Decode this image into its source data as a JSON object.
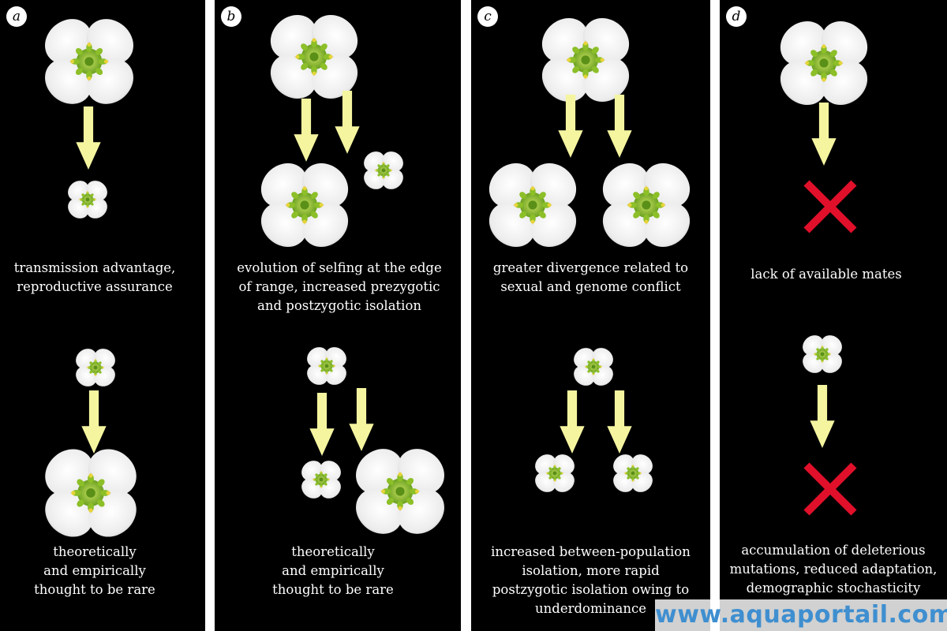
{
  "colors": {
    "panel_background": "#000000",
    "arrow_fill": "#f5f5a0",
    "cross": "#e0102a",
    "petal": "#f4f4f4",
    "flower_center": "#9ccc30",
    "watermark": "#3f8fd0"
  },
  "icons": {
    "flower": "white-four-petal-flower-icon",
    "arrow": "yellow-arrow-icon",
    "extinction": "red-cross-icon"
  },
  "panels": {
    "a": {
      "label": "a",
      "top_caption": [
        "transmission advantage,",
        "reproductive assurance"
      ],
      "bottom_caption": [
        "theoretically",
        "and empirically",
        "thought to be rare"
      ]
    },
    "b": {
      "label": "b",
      "top_caption": [
        "evolution of selfing at the edge",
        "of range, increased prezygotic",
        "and postzygotic isolation"
      ],
      "bottom_caption": [
        "theoretically",
        "and empirically",
        "thought to be rare"
      ]
    },
    "c": {
      "label": "c",
      "top_caption": [
        "greater divergence related to",
        "sexual and genome conflict"
      ],
      "bottom_caption": [
        "increased between-population",
        "isolation, more rapid",
        "postzygotic isolation owing to",
        "underdominance"
      ]
    },
    "d": {
      "label": "d",
      "top_caption": [
        "lack of available mates"
      ],
      "bottom_caption": [
        "accumulation of deleterious",
        "mutations, reduced adaptation,",
        "demographic stochasticity"
      ]
    }
  },
  "watermark": "www.aquaportail.com"
}
